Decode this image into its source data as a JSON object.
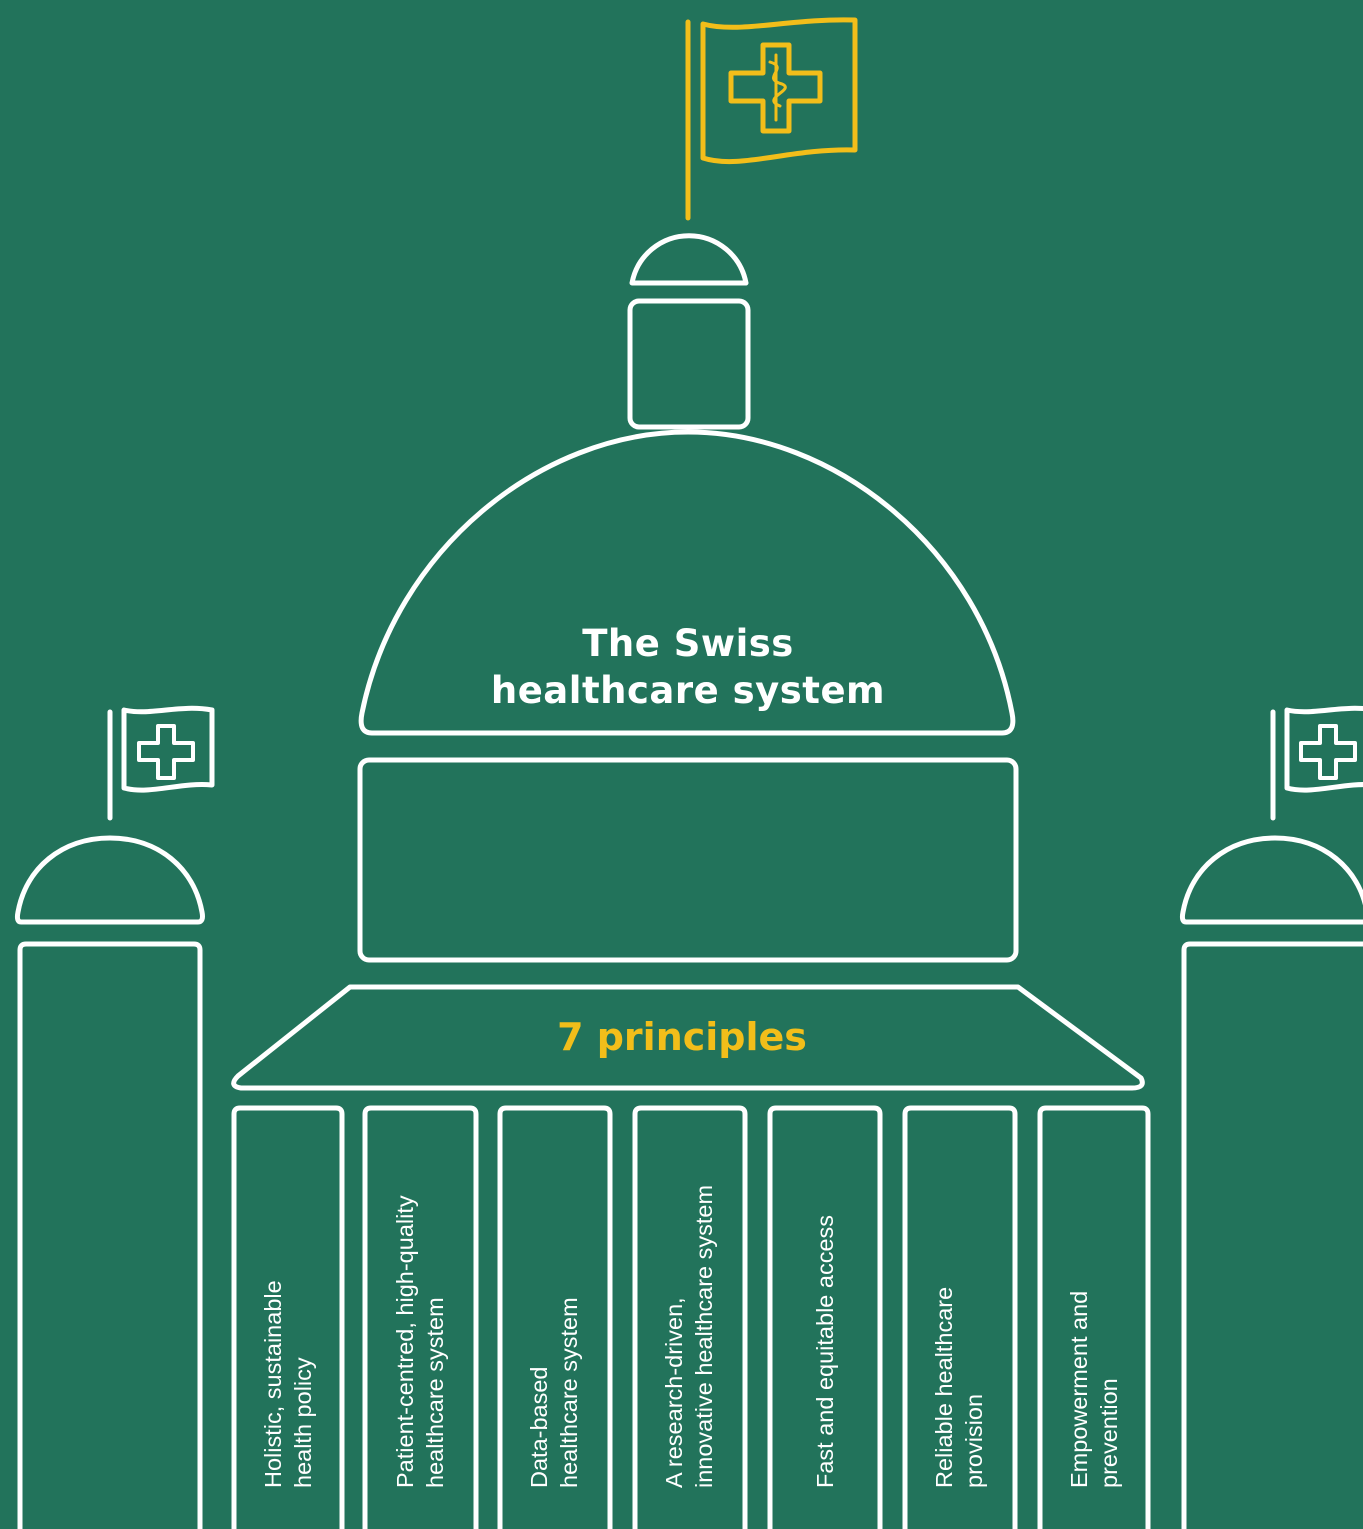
{
  "title": {
    "line1": "The Swiss",
    "line2": "healthcare system"
  },
  "principles_heading": "7 principles",
  "principles": [
    {
      "line1": "Holistic, sustainable",
      "line2": "health policy"
    },
    {
      "line1": "Patient-centred, high-quality",
      "line2": "healthcare system"
    },
    {
      "line1": "Data-based",
      "line2": "healthcare system"
    },
    {
      "line1": "A research-driven,",
      "line2": "innovative healthcare system"
    },
    {
      "line1": "Fast and equitable access",
      "line2": ""
    },
    {
      "line1": "Reliable healthcare",
      "line2": "provision"
    },
    {
      "line1": "Empowerment and",
      "line2": "prevention"
    }
  ],
  "colors": {
    "background": "#22735b",
    "outline": "#ffffff",
    "accent": "#f2be1a"
  },
  "icons": {
    "main_flag": "swiss-cross-with-staff-flag-icon",
    "side_flags": "swiss-cross-flag-icon"
  }
}
